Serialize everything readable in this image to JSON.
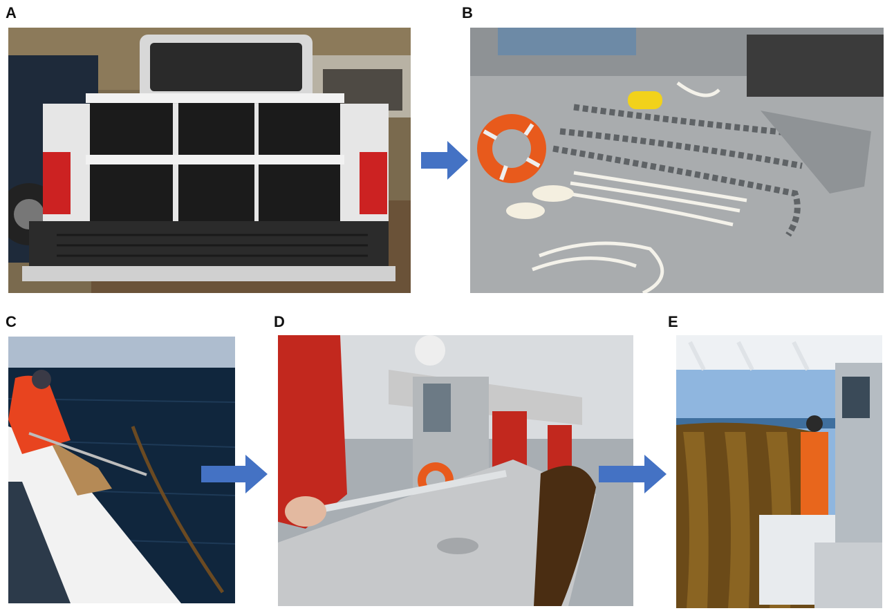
{
  "panels": [
    {
      "label": "A",
      "scene": "pickup-truck-with-bins"
    },
    {
      "label": "B",
      "scene": "boat-deck-with-gear"
    },
    {
      "label": "C",
      "scene": "hauling-line-at-sea"
    },
    {
      "label": "D",
      "scene": "work-boat-with-kelp"
    },
    {
      "label": "E",
      "scene": "harvested-kelp-on-deck"
    }
  ],
  "colors": {
    "arrow": "#4472c4",
    "label": "#111111"
  }
}
